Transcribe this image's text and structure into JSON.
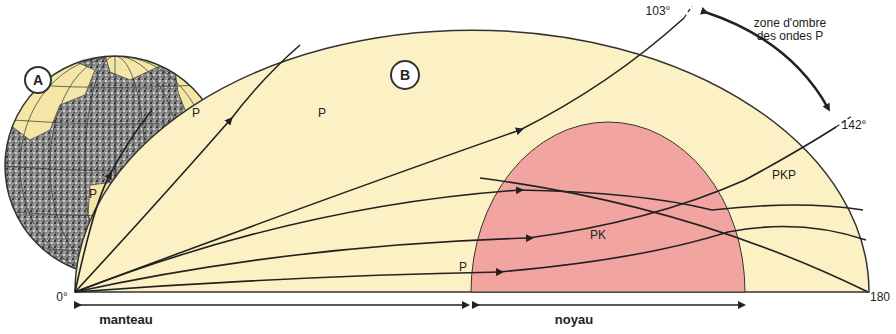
{
  "diagram": {
    "nodes": [
      {
        "text": [
          "A"
        ]
      },
      {
        "text": [
          "B"
        ]
      }
    ],
    "labels": [
      "P",
      "P",
      "P",
      "P",
      "PK",
      "PKP",
      "103°",
      "142°",
      "zone d'ombre des ondes P",
      "0°",
      "180",
      "manteau",
      "noyau"
    ]
  }
}
